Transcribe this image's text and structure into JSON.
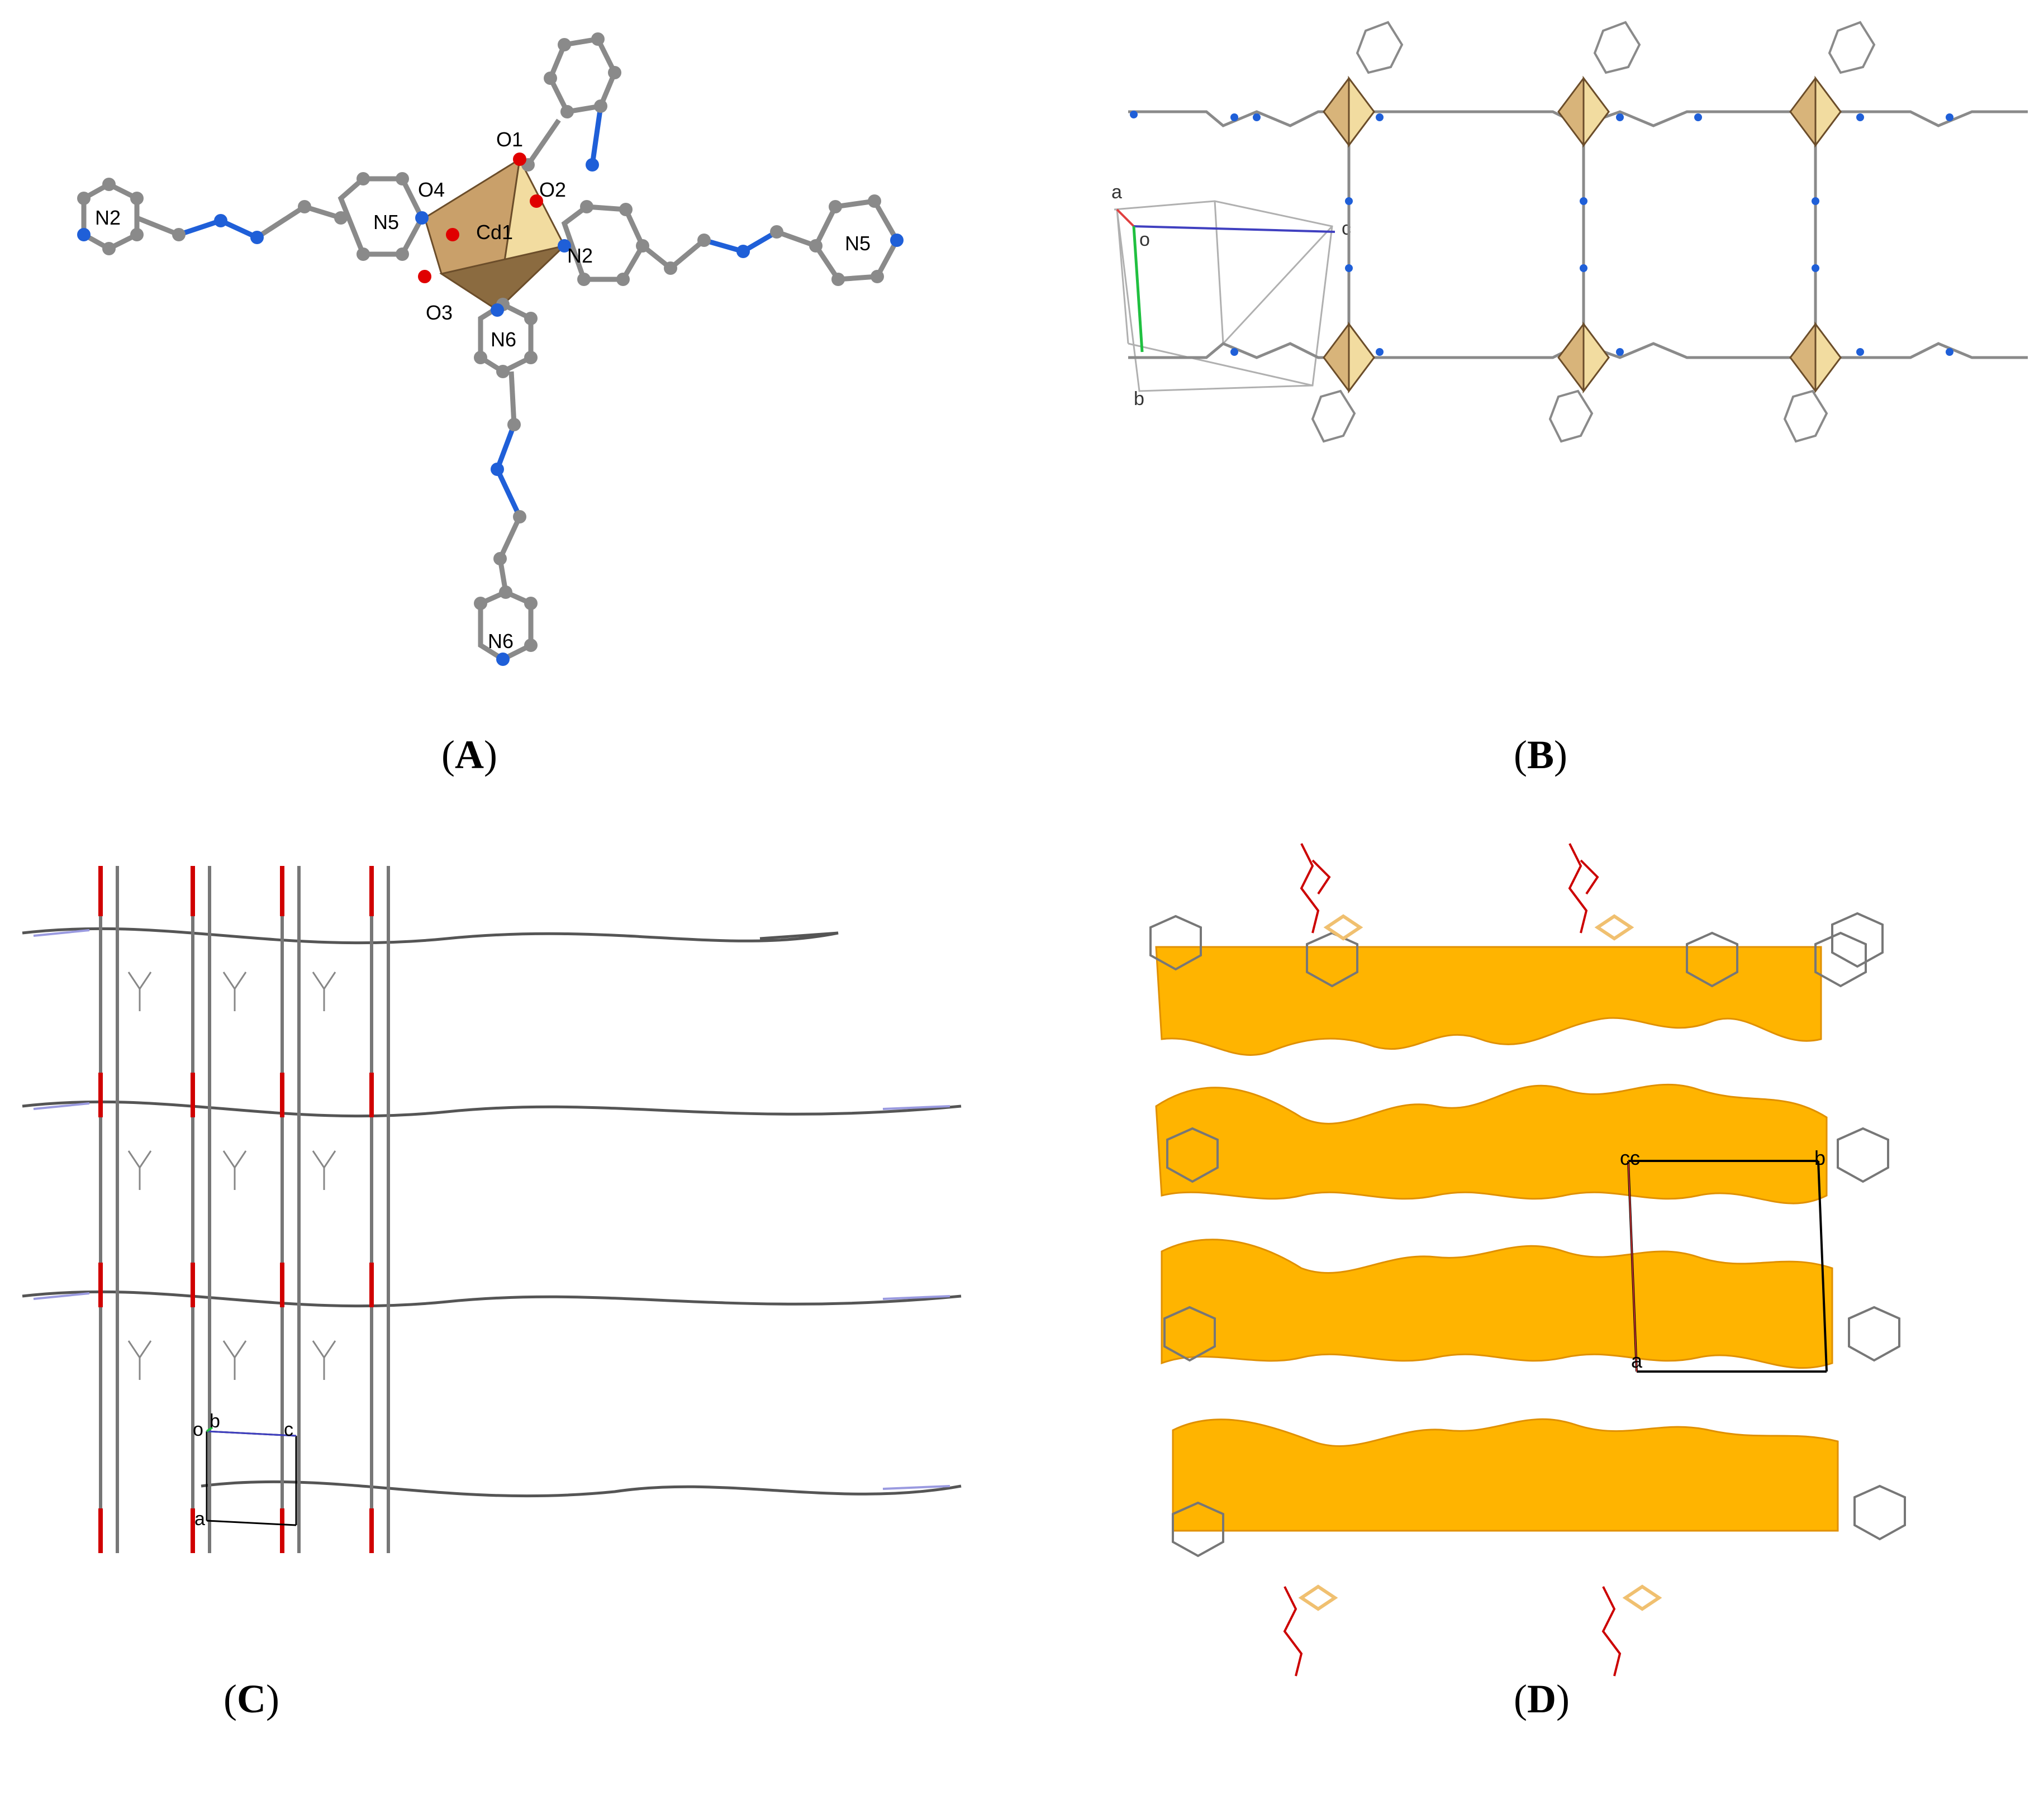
{
  "panels": [
    {
      "id": "A",
      "caption_letter": "A",
      "atom_labels": [
        "O1",
        "O4",
        "O2",
        "N2",
        "N5",
        "Cd1",
        "N2",
        "N5",
        "O3",
        "N6",
        "N6"
      ]
    },
    {
      "id": "B",
      "caption_letter": "B",
      "axis_labels": [
        "a",
        "o",
        "c",
        "b"
      ]
    },
    {
      "id": "C",
      "caption_letter": "C",
      "axis_labels": [
        "o",
        "b",
        "c",
        "a"
      ]
    },
    {
      "id": "D",
      "caption_letter": "D",
      "axis_labels": [
        "cc",
        "b",
        "a"
      ]
    }
  ],
  "colors": {
    "carbon": "#7f7f7f",
    "nitrogen": "#1f5fd8",
    "oxygen": "#e00000",
    "cd_polyhedron": "#d8b47a",
    "channel_surface": "#ffb400",
    "wire_nitrogen": "#9a9ae0",
    "wire_oxygen": "#cc0000",
    "cd_wire": "#f0c070"
  }
}
